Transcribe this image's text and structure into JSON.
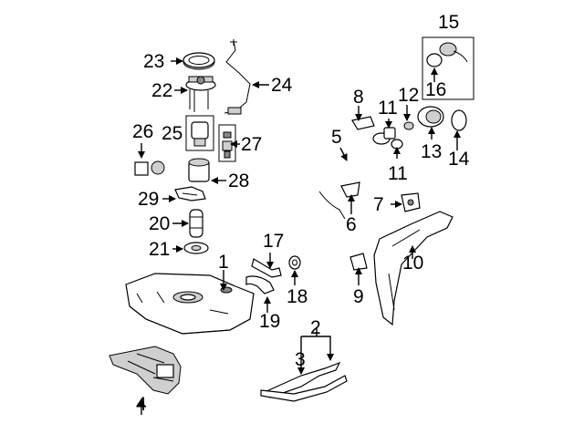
{
  "callouts": {
    "c1": "1",
    "c2": "2",
    "c3": "3",
    "c4": "4",
    "c5": "5",
    "c6": "6",
    "c7": "7",
    "c8": "8",
    "c9": "9",
    "c10": "10",
    "c11a": "11",
    "c11b": "11",
    "c12": "12",
    "c13": "13",
    "c14": "14",
    "c15": "15",
    "c16": "16",
    "c17": "17",
    "c18": "18",
    "c19": "19",
    "c20": "20",
    "c21": "21",
    "c22": "22",
    "c23": "23",
    "c24": "24",
    "c25": "25",
    "c26": "26",
    "c27": "27",
    "c28": "28",
    "c29": "29"
  }
}
